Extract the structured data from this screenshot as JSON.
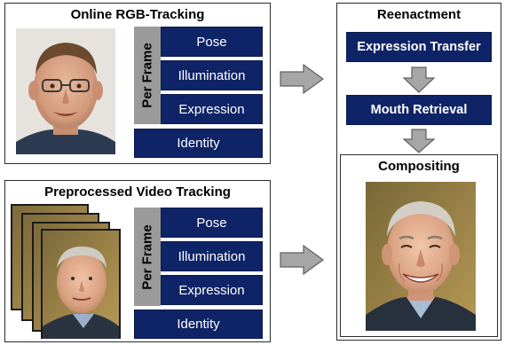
{
  "online_panel": {
    "title": "Online RGB-Tracking",
    "per_frame_label": "Per Frame",
    "params": [
      "Pose",
      "Illumination",
      "Expression"
    ],
    "identity_label": "Identity"
  },
  "video_panel": {
    "title": "Preprocessed Video Tracking",
    "per_frame_label": "Per Frame",
    "params": [
      "Pose",
      "Illumination",
      "Expression"
    ],
    "identity_label": "Identity"
  },
  "reenactment": {
    "title": "Reenactment",
    "steps": [
      "Expression Transfer",
      "Mouth Retrieval"
    ]
  },
  "compositing": {
    "title": "Compositing"
  },
  "colors": {
    "navy": "#0f2467",
    "per_frame_gray": "#9a9a9a",
    "arrow_gray": "#a6a6a6"
  }
}
